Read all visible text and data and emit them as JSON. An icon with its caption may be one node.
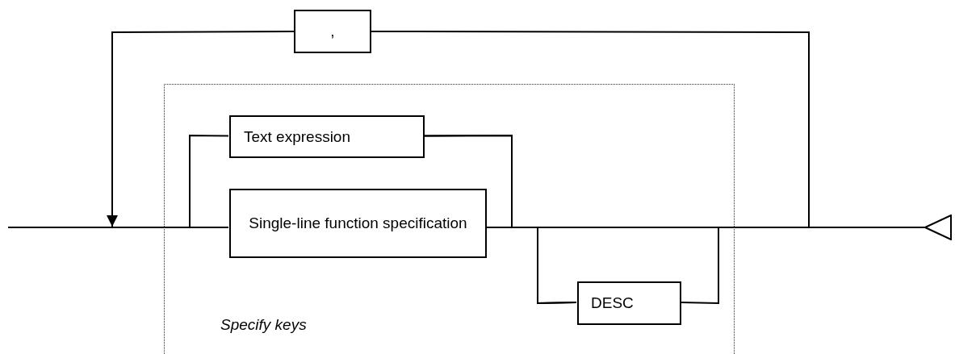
{
  "diagram": {
    "nodes": [
      {
        "text": [
          "Specify keys"
        ]
      },
      {
        "text": [
          "Text expression"
        ],
        "in": 0
      },
      {
        "text": [
          "Single-line function specification"
        ],
        "in": 0
      },
      {
        "text": [
          "DESC"
        ],
        "in": 0
      },
      {
        "text": [
          ","
        ]
      },
      {
        "text": [],
        "shape": "triangle"
      }
    ],
    "edges": [
      {
        "from": null,
        "to": 1,
        "arrow": "none"
      },
      {
        "from": null,
        "to": 2,
        "arrow": "none"
      },
      {
        "from": 1,
        "to": 3,
        "arrow": "none"
      },
      {
        "from": 2,
        "to": 3,
        "arrow": "none"
      },
      {
        "from": 3,
        "to": 5,
        "arrow": "none"
      },
      {
        "from": 1,
        "to": 5,
        "arrow": "none"
      },
      {
        "from": 2,
        "to": 5,
        "arrow": "none"
      },
      {
        "from": null,
        "to": 4,
        "arrow": "none"
      },
      {
        "from": 4,
        "to": null,
        "arrow": "to"
      }
    ]
  }
}
